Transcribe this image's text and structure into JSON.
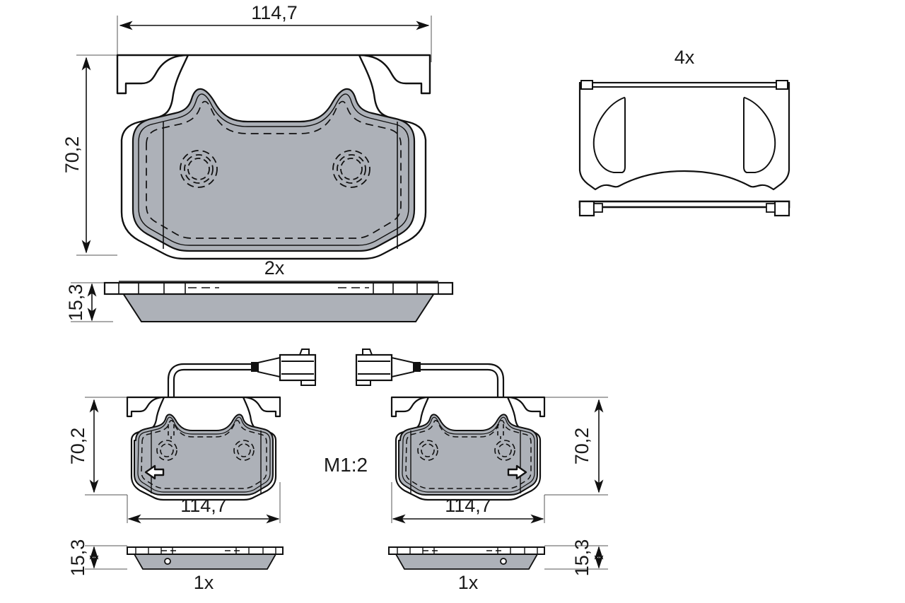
{
  "drawing": {
    "title": "Brake Pad Set Technical Drawing",
    "scale_label": "M1:2",
    "colors": {
      "line": "#111111",
      "pad_fill": "#adb1b8",
      "backing_fill": "#ffffff",
      "thin_line": "#555555",
      "text": "#1a1a1a"
    }
  },
  "views": {
    "main_pad": {
      "name": "main-pad-front-view",
      "quantity_label": "2x",
      "width_dim": "114,7",
      "height_dim": "70,2"
    },
    "main_pad_side": {
      "name": "main-pad-side-view",
      "thickness_dim": "15,3"
    },
    "shim": {
      "name": "shim-plate",
      "quantity_label": "4x"
    },
    "left_sensor_pad": {
      "name": "left-sensor-pad-front-view",
      "width_dim": "114,7",
      "height_dim": "70,2",
      "arrow_direction": "left"
    },
    "left_sensor_pad_side": {
      "name": "left-sensor-pad-side-view",
      "quantity_label": "1x",
      "thickness_dim": "15,3"
    },
    "right_sensor_pad": {
      "name": "right-sensor-pad-front-view",
      "width_dim": "114,7",
      "height_dim": "70,2",
      "arrow_direction": "right"
    },
    "right_sensor_pad_side": {
      "name": "right-sensor-pad-side-view",
      "quantity_label": "1x",
      "thickness_dim": "15,3"
    }
  },
  "labels": {
    "top_width": "114,7",
    "left_height": "70,2",
    "main_quantity": "2x",
    "main_thickness": "15,3",
    "shim_quantity": "4x",
    "scale": "M1:2",
    "bl_height": "70,2",
    "bl_thickness": "15,3",
    "bl_width": "114,7",
    "bl_quantity": "1x",
    "br_height": "70,2",
    "br_thickness": "15,3",
    "br_width": "114,7",
    "br_quantity": "1x"
  }
}
